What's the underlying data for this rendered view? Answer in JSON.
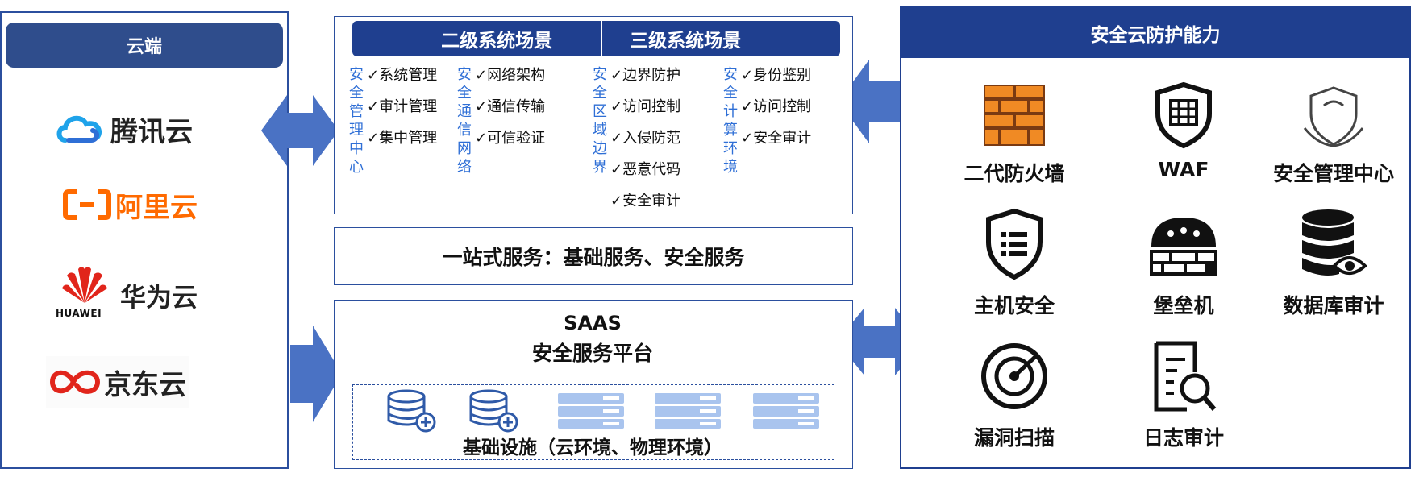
{
  "left": {
    "title": "云端",
    "vendors": [
      {
        "name": "腾讯云",
        "color": "#222222"
      },
      {
        "name": "阿里云",
        "color": "#ff6a00"
      },
      {
        "name": "华为云",
        "color": "#222222",
        "sub": "HUAWEI"
      },
      {
        "name": "京东云",
        "color": "#222222"
      }
    ]
  },
  "scenes": {
    "header_left": "二级系统场景",
    "header_right": "三级系统场景",
    "groups": [
      {
        "label": "安全管理中心",
        "items": [
          "✓系统管理",
          "✓审计管理",
          "✓集中管理"
        ]
      },
      {
        "label": "安全通信网络",
        "items": [
          "✓网络架构",
          "✓通信传输",
          "✓可信验证"
        ]
      },
      {
        "label": "安全区域边界",
        "items": [
          "✓边界防护",
          "✓访问控制",
          "✓入侵防范",
          "✓恶意代码",
          "✓安全审计"
        ]
      },
      {
        "label": "安全计算环境",
        "items": [
          "✓身份鉴别",
          "✓访问控制",
          "✓安全审计"
        ]
      }
    ]
  },
  "service": {
    "text": "一站式服务：基础服务、安全服务"
  },
  "saas": {
    "title1": "SAAS",
    "title2": "安全服务平台",
    "infra": "基础设施（云环境、物理环境）"
  },
  "right": {
    "title": "安全云防护能力",
    "capabilities": [
      {
        "label": "二代防火墙",
        "icon": "firewall-icon"
      },
      {
        "label": "WAF",
        "icon": "waf-shield-icon"
      },
      {
        "label": "安全管理中心",
        "icon": "security-center-icon"
      },
      {
        "label": "主机安全",
        "icon": "host-security-shield-icon"
      },
      {
        "label": "堡垒机",
        "icon": "bastion-host-icon"
      },
      {
        "label": "数据库审计",
        "icon": "database-audit-icon"
      },
      {
        "label": "漏洞扫描",
        "icon": "vulnerability-scan-icon"
      },
      {
        "label": "日志审计",
        "icon": "log-audit-icon"
      }
    ]
  },
  "colors": {
    "accent": "#1f3f8f",
    "arrow": "#4a72c4",
    "icon_blue": "#6e98df"
  }
}
